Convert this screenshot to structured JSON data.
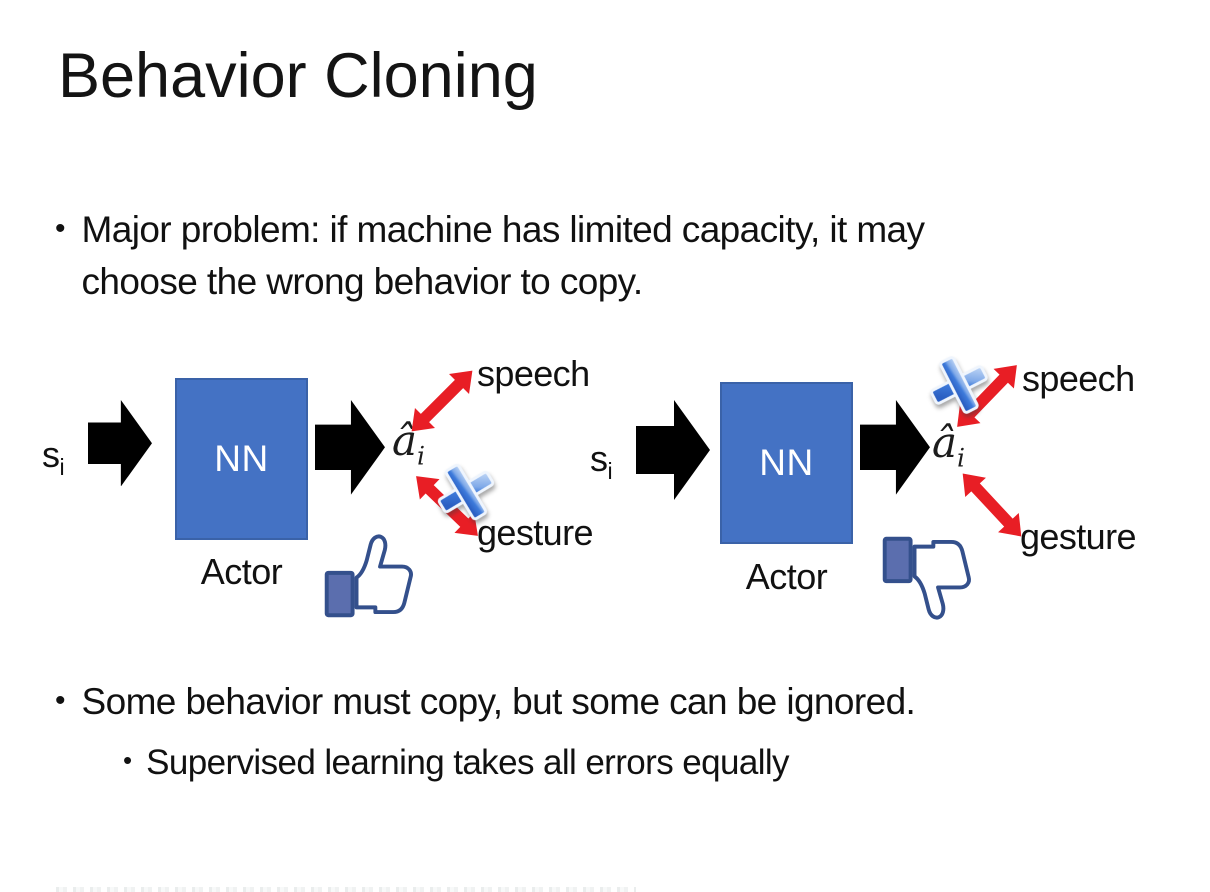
{
  "slide_title": "Behavior Cloning",
  "bullet_char": "•",
  "bullets": {
    "b1": "Major problem: if machine has limited capacity, it may choose the wrong behavior to copy.",
    "b2": "Some behavior must copy, but some can be ignored.",
    "b2_sub": "Supervised learning takes all errors equally"
  },
  "diagrams": [
    {
      "input_base": "s",
      "input_sub": "i",
      "nn_label": "NN",
      "caption": "Actor",
      "output_base": "â",
      "output_sub": "i",
      "upper_action": "speech",
      "lower_action": "gesture",
      "crossed_action": "gesture",
      "feedback_icon": "thumbs-up"
    },
    {
      "input_base": "s",
      "input_sub": "i",
      "nn_label": "NN",
      "caption": "Actor",
      "output_base": "â",
      "output_sub": "i",
      "upper_action": "speech",
      "lower_action": "gesture",
      "crossed_action": "speech",
      "feedback_icon": "thumbs-down"
    }
  ],
  "colors": {
    "background": "#FFFFFF",
    "text": "#111111",
    "nn_box_fill": "#4472C4",
    "nn_box_border": "#3A62A8",
    "nn_text": "#FFFFFF",
    "flow_arrow_black": "#000000",
    "action_arrow_red": "#E81E25",
    "cross_icon_blue_light": "#C5DAF7",
    "cross_icon_blue_dark": "#2B5FC2",
    "thumb_outline_navy": "#34508C",
    "thumb_cuff_fill": "#5B6EAE"
  }
}
